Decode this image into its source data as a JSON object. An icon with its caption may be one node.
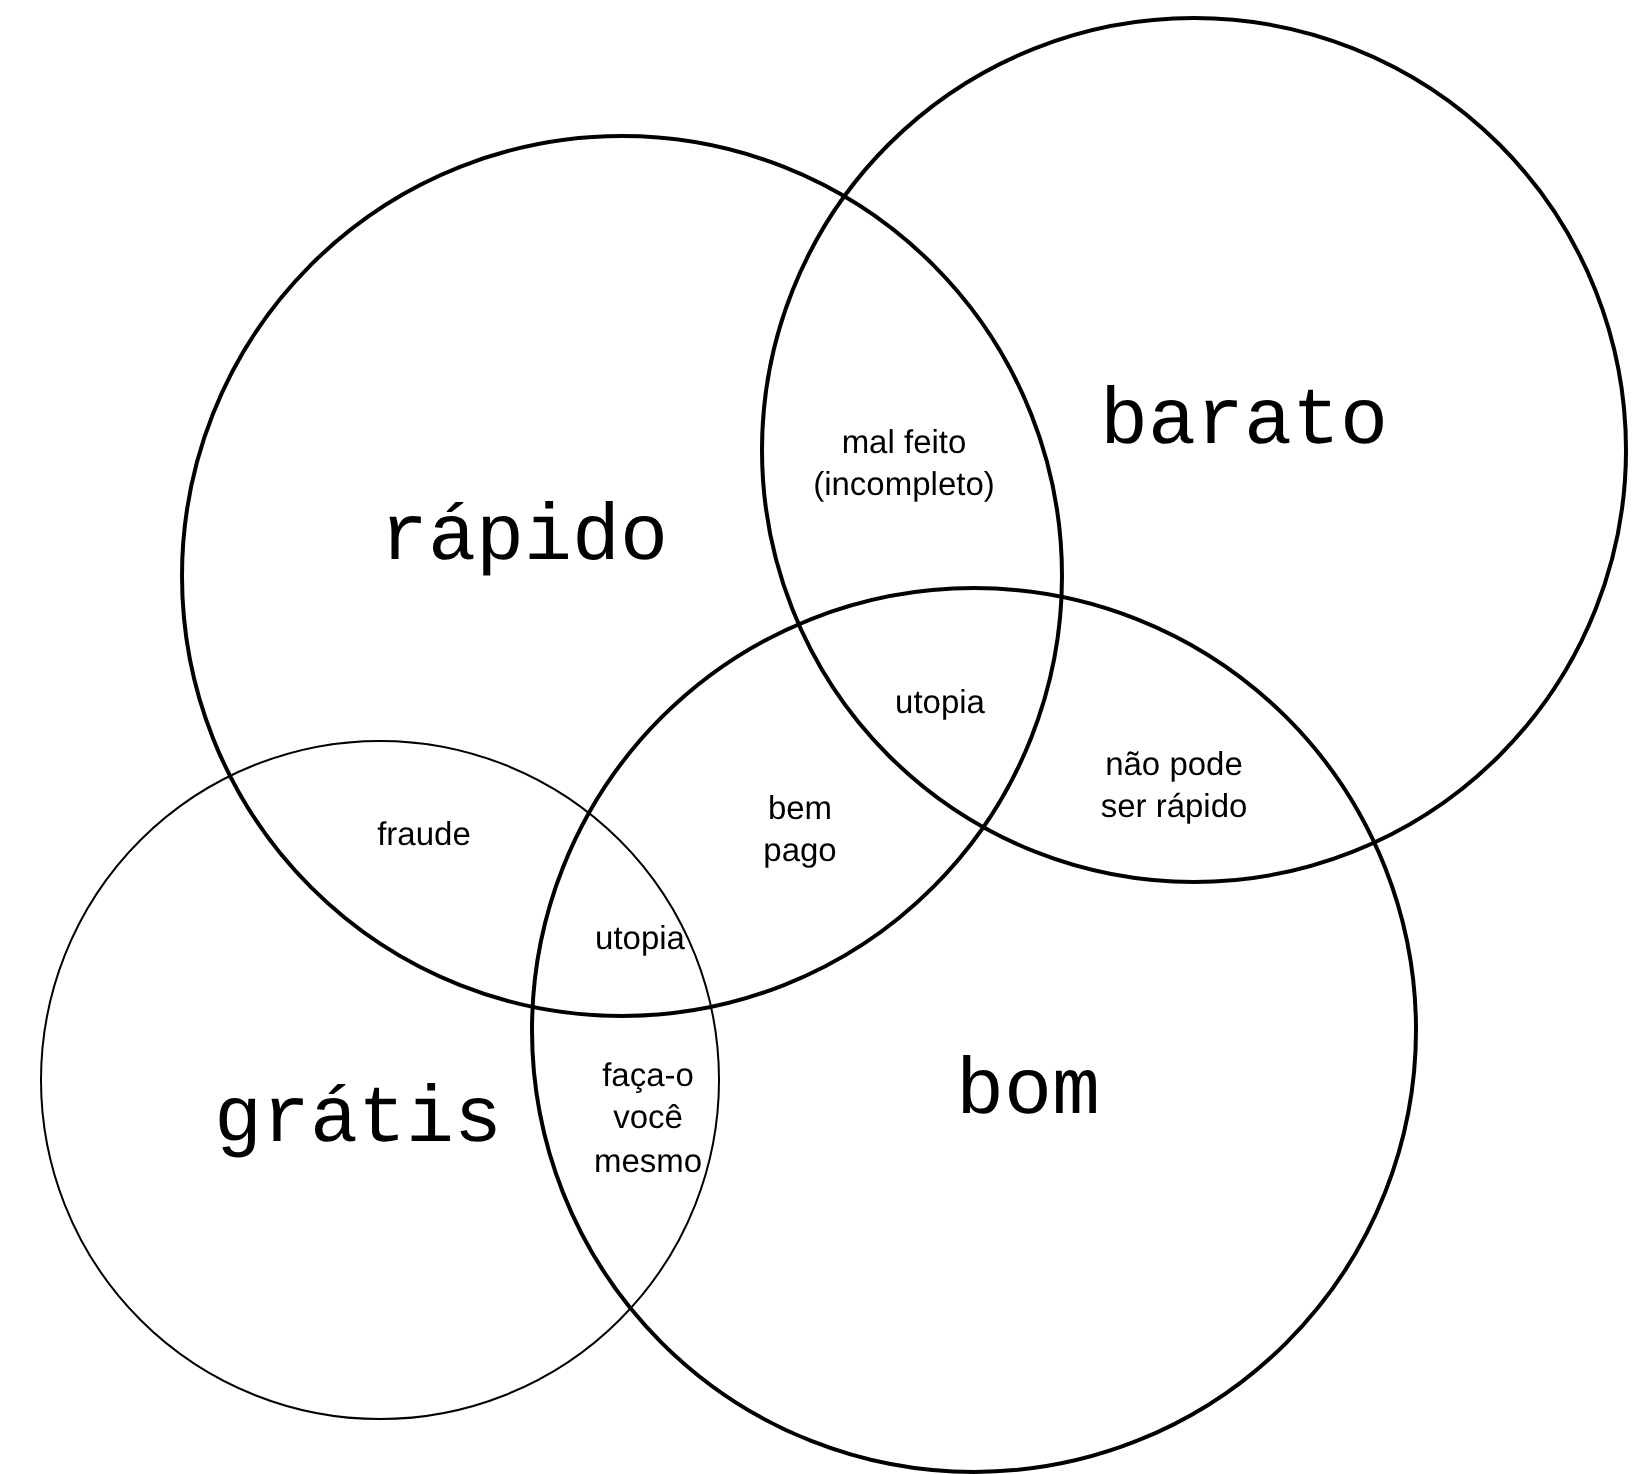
{
  "diagram": {
    "nodes": [
      {
        "text": [
          "rápido"
        ]
      },
      {
        "text": [
          "barato"
        ]
      },
      {
        "text": [
          "bom"
        ]
      },
      {
        "text": [
          "grátis"
        ]
      }
    ],
    "labels": [
      "mal feito (incompleto)",
      "utopia",
      "não pode ser rápido",
      "fraude",
      "bem pago",
      "utopia",
      "faça-o você mesmo"
    ]
  }
}
